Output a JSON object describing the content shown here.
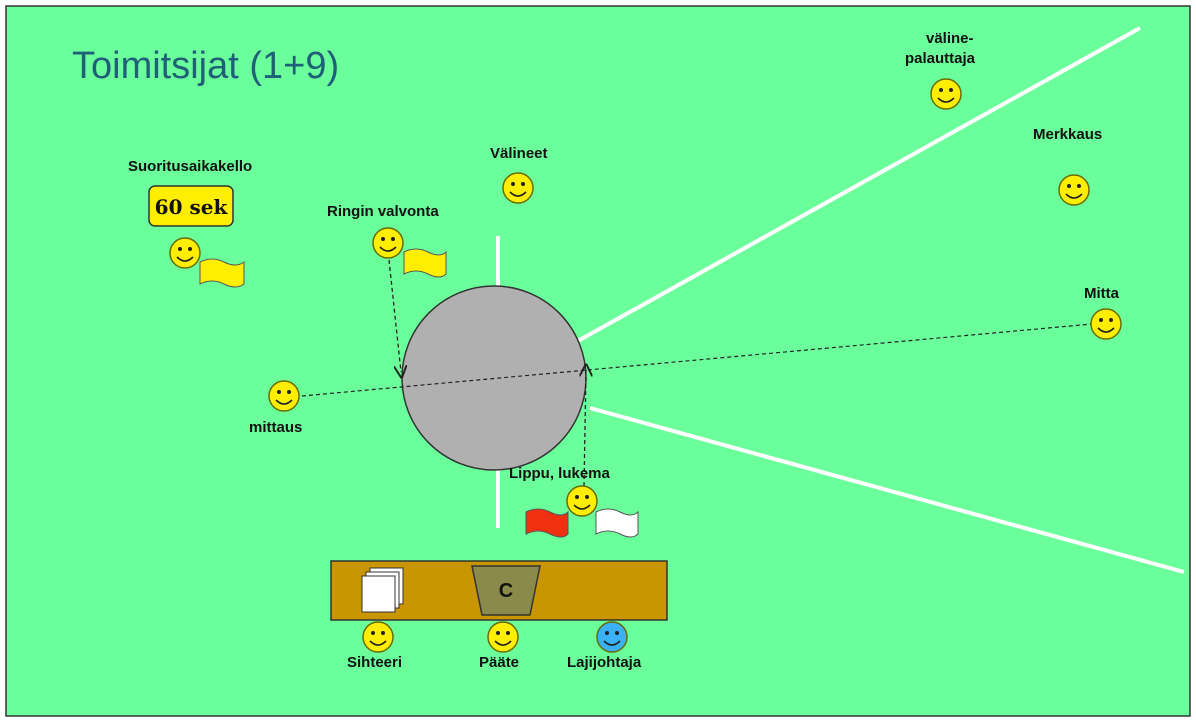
{
  "title": "Toimitsijat (1+9)",
  "colors": {
    "field": "#6bff9b",
    "border": "#333333",
    "line": "#ffffff",
    "circle": "#b0b0b0",
    "table": "#c99500",
    "smiley_yellow": "#ffee00",
    "smiley_blue": "#3ab0f5",
    "flag_yellow": "#ffee00",
    "flag_red": "#f03010",
    "flag_white": "#ffffff",
    "timer_bg": "#ffee00",
    "bin": "#8a8a4a"
  },
  "timer": {
    "heading": "Suoritusaikakello",
    "value": "60 sek"
  },
  "officials": {
    "valineet": "Välineet",
    "valinepalauttaja_line1": "väline-",
    "valinepalauttaja_line2": "palauttaja",
    "merkkaus": "Merkkaus",
    "mitta": "Mitta",
    "ringin_valvonta": "Ringin valvonta",
    "mittaus": "mittaus",
    "lippu_lukema": "Lippu, lukema",
    "sihteeri": "Sihteeri",
    "paate": "Pääte",
    "lajijohtaja": "Lajijohtaja"
  },
  "table": {
    "bin_label": "C"
  }
}
